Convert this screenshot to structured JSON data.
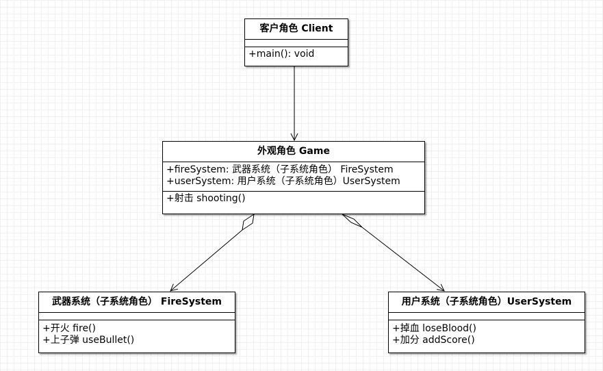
{
  "classes": {
    "client": {
      "name": "客户角色 Client",
      "attributes": [],
      "methods": [
        "+main(): void"
      ]
    },
    "game": {
      "name": "外观角色 Game",
      "attributes": [
        "+fireSystem: 武器系统（子系统角色） FireSystem",
        "+userSystem: 用户系统（子系统角色）UserSystem"
      ],
      "methods": [
        "+射击 shooting()"
      ]
    },
    "fire_system": {
      "name": "武器系统（子系统角色） FireSystem",
      "attributes": [],
      "methods": [
        "+开火 fire()",
        "+上子弹 useBullet()"
      ]
    },
    "user_system": {
      "name": "用户系统（子系统角色）UserSystem",
      "attributes": [],
      "methods": [
        "+掉血 loseBlood()",
        "+加分 addScore()"
      ]
    }
  }
}
